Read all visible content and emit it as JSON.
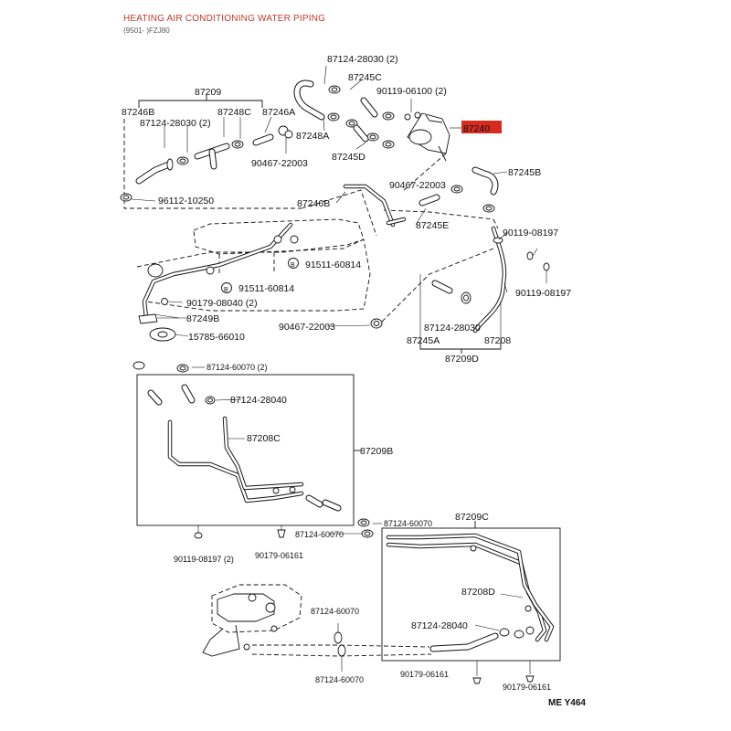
{
  "header": {
    "title": "HEATING AIR CONDITIONING WATER PIPING",
    "subtitle": "(9501- )FZJ80"
  },
  "highlight_color": "#d62c20",
  "callouts": {
    "c01": "87124-28030 (2)",
    "c02": "87245C",
    "c03": "90119-06100 (2)",
    "c04": "87209",
    "c05": "87246B",
    "c06": "87124-28030 (2)",
    "c07": "87248C",
    "c08": "87246A",
    "c09": "87248A",
    "c10": "87240",
    "c11": "90467-22003",
    "c12": "87245D",
    "c13": "87245B",
    "c14": "96112-10250",
    "c15": "90467-22003",
    "c16": "87246B",
    "c17": "87245E",
    "c18": "90119-08197",
    "c19": "91511-60814",
    "c20": "91511-60814",
    "c21": "90119-08197",
    "c22": "90179-08040 (2)",
    "c23": "87249B",
    "c24": "90467-22003",
    "c25": "87124-28030",
    "c26": "15785-66010",
    "c27": "87245A",
    "c28": "87208",
    "c29": "87209D",
    "c30": "87124-60070 (2)",
    "c31": "87124-28040",
    "c32": "87208C",
    "c33": "87209B",
    "c34": "87124-60070",
    "c35": "87124-60070",
    "c36": "87209C",
    "c37": "90119-08197 (2)",
    "c38": "90179-06161",
    "c39": "87208D",
    "c40": "87124-60070",
    "c41": "87124-28040",
    "c42": "87124-60070",
    "c43": "90179-06161",
    "c44": "90179-06161",
    "c45": "ME Y464"
  }
}
